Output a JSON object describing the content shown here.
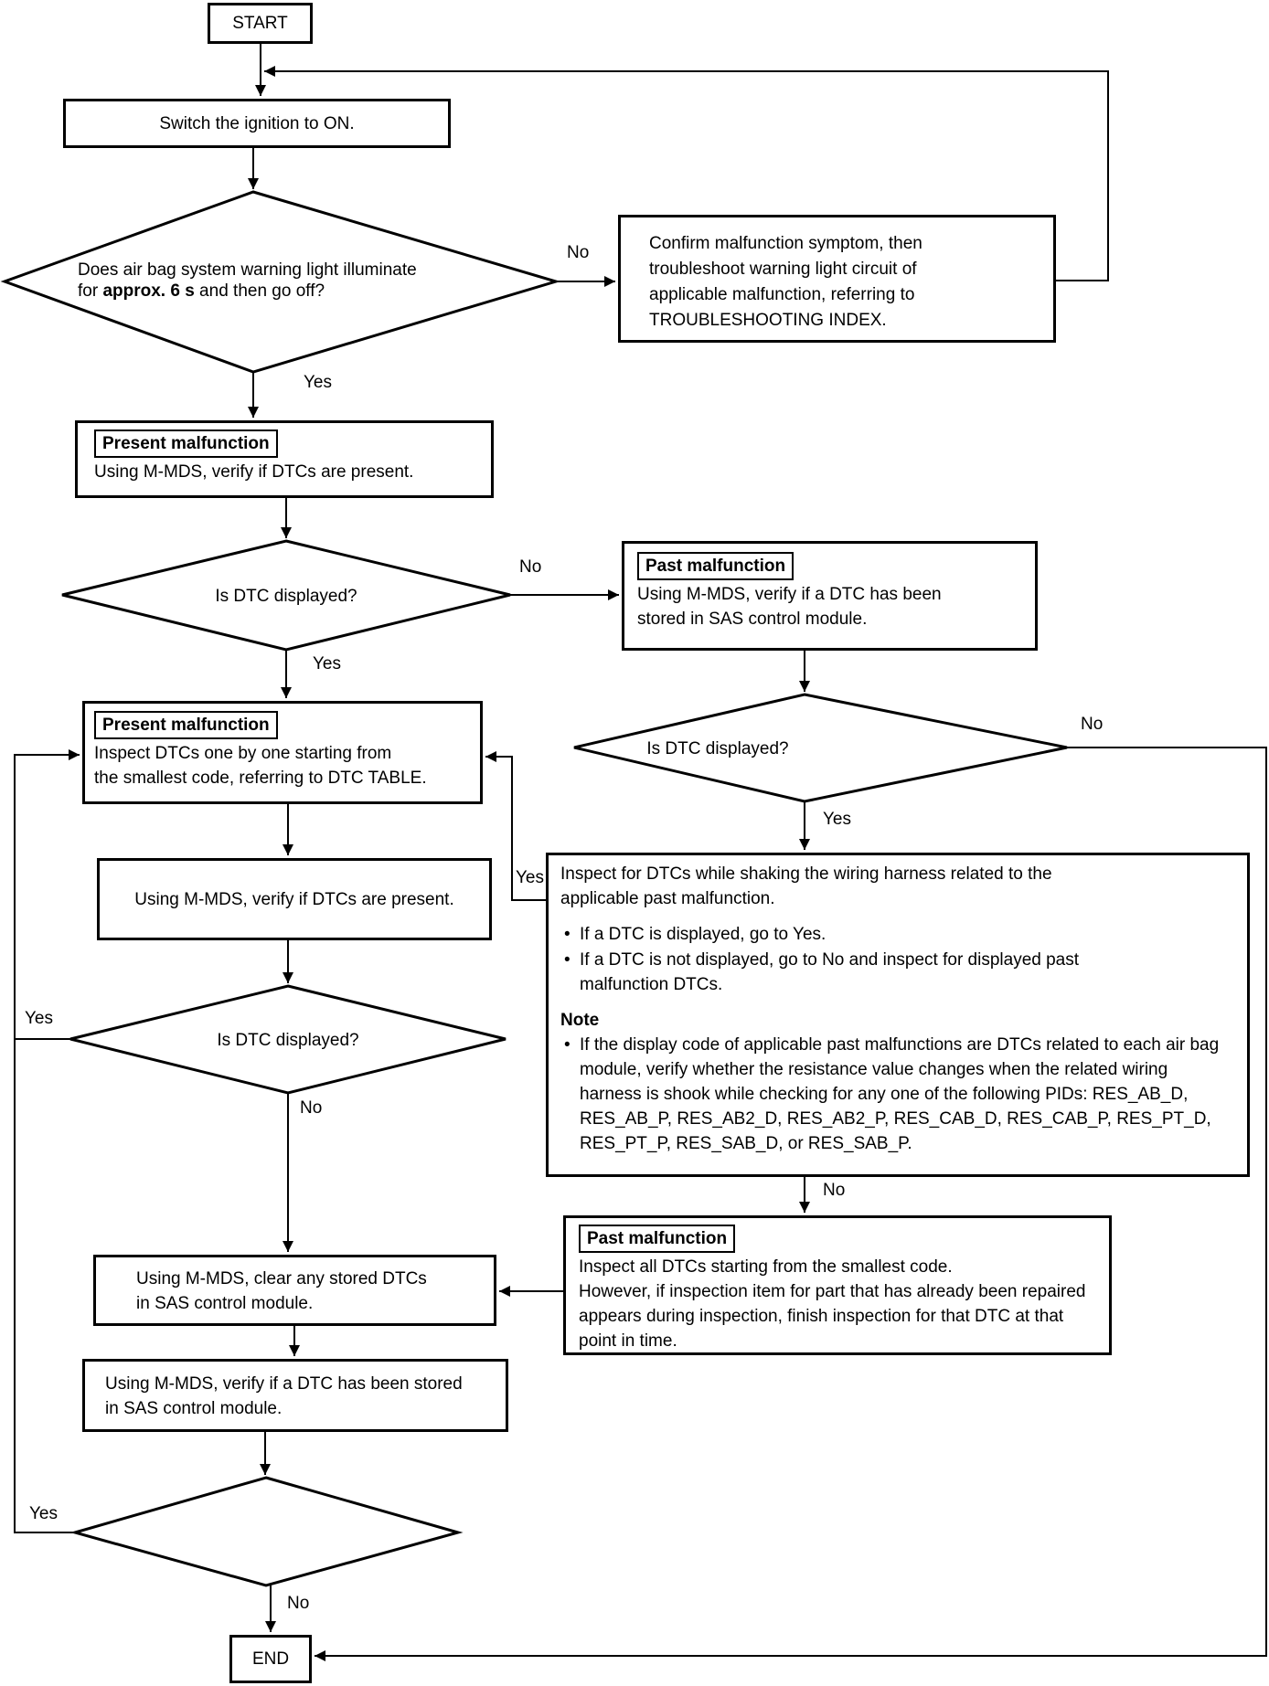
{
  "flowchart": {
    "bullet": "•",
    "labels": {
      "yes": "Yes",
      "no": "No"
    },
    "nodes": {
      "start": {
        "label": "START"
      },
      "switch_ignition": {
        "text": "Switch the ignition to ON."
      },
      "warning_light_check": {
        "line1": "Does air bag system warning light illuminate",
        "line2_pre": "for ",
        "line2_bold": "approx. 6 s",
        "line2_post": " and then go off?"
      },
      "confirm_symptom": {
        "lines": [
          "Confirm malfunction symptom, then",
          "troubleshoot warning light circuit of",
          "applicable malfunction, referring to",
          "TROUBLESHOOTING INDEX."
        ]
      },
      "present_malfunction_verify": {
        "tag": "Present malfunction",
        "lines": [
          "Using M-MDS, verify if DTCs are present."
        ]
      },
      "dtc_displayed_1": {
        "text": "Is DTC displayed?"
      },
      "past_malfunction_verify": {
        "tag": "Past malfunction",
        "lines": [
          "Using M-MDS, verify if a DTC has been",
          "stored in SAS control module."
        ]
      },
      "dtc_displayed_2": {
        "text": "Is DTC displayed?"
      },
      "present_malfunction_inspect": {
        "tag": "Present malfunction",
        "lines": [
          "Inspect DTCs one by one starting from",
          "the smallest code, referring to DTC TABLE."
        ]
      },
      "verify_dtcs_present": {
        "text": "Using M-MDS, verify if DTCs are present."
      },
      "shake_harness": {
        "intro": [
          "Inspect for DTCs while shaking the wiring harness related to the",
          "applicable past malfunction."
        ],
        "bullets": [
          "If a DTC is displayed, go to Yes.",
          "If a DTC is not displayed, go to No and inspect for displayed past malfunction DTCs."
        ],
        "note_title": "Note",
        "note_bullet": "If the display code of applicable past malfunctions are DTCs related to each air bag module, verify whether the resistance value changes when the related wiring harness is shook while checking for any one of the following PIDs: RES_AB_D, RES_AB_P, RES_AB2_D, RES_AB2_P, RES_CAB_D, RES_CAB_P, RES_PT_D, RES_PT_P, RES_SAB_D, or RES_SAB_P."
      },
      "dtc_displayed_3": {
        "text": "Is DTC displayed?"
      },
      "past_malfunction_inspect": {
        "tag": "Past malfunction",
        "lines": [
          "Inspect all DTCs starting from the smallest code.",
          "However, if inspection item for part that has already been repaired appears during inspection, finish inspection for that DTC at that point in time."
        ]
      },
      "clear_dtcs": {
        "lines": [
          "Using M-MDS, clear any stored DTCs",
          "in SAS control module."
        ]
      },
      "verify_stored": {
        "lines": [
          "Using M-MDS, verify if a DTC has been stored",
          "in SAS control module."
        ]
      },
      "end": {
        "label": "END"
      }
    }
  },
  "colors": {
    "line": "#000000",
    "background": "#ffffff"
  }
}
